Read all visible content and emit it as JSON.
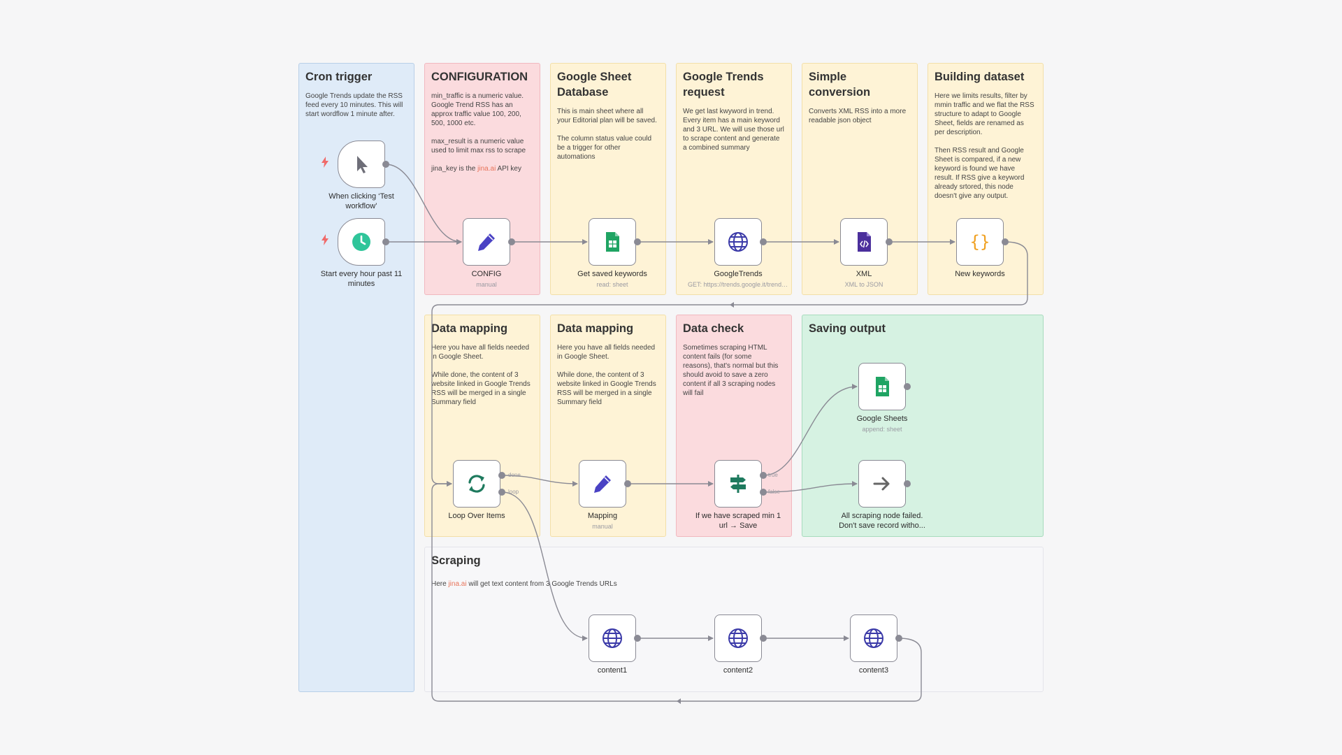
{
  "stickies": {
    "cron": {
      "title": "Cron trigger",
      "text": "Google Trends update the RSS\nfeed every 10 minutes. This will\nstart wordflow 1 minute after."
    },
    "config": {
      "title": "CONFIGURATION",
      "text_a": "min_traffic is a numeric value.\nGoogle Trend RSS has an\napprox traffic value 100, 200,\n500, 1000 etc.\n\nmax_result is a numeric value\nused to limit max rss to scrape\n\njina_key is the ",
      "text_link": "jina.ai",
      "text_b": " API key"
    },
    "gsheet": {
      "title": "Google Sheet\nDatabase",
      "text": "This is main sheet where all\nyour Editorial plan will be saved.\n\nThe column status value could\nbe a trigger for other\nautomations"
    },
    "gtrends": {
      "title": "Google Trends\nrequest",
      "text": "We get last kwyword in trend.\nEvery item has a main keyword\nand 3 URL. We will use those url\nto scrape content and generate\na combined summary"
    },
    "simple": {
      "title": "Simple conversion",
      "text": "Converts XML RSS into a more\nreadable json object"
    },
    "building": {
      "title": "Building dataset",
      "text": "Here we limits results, filter by\nmmin traffic and we flat the RSS\nstructure to adapt to Google\nSheet, fields are renamed as\nper description.\n\nThen RSS result and Google\nSheet is compared, if a new\nkeyword is found we have\nresult. If RSS give a keyword\nalready srtored, this node\ndoesn't give any output."
    },
    "mapping1": {
      "title": "Data mapping",
      "text": "Here you have all fields needed\nin Google Sheet.\n\nWhile done, the content of 3\nwebsite linked in Google Trends\nRSS will be merged in a single\nSummary field"
    },
    "mapping2": {
      "title": "Data mapping",
      "text": "Here you have all fields needed\nin Google Sheet.\n\nWhile done, the content of 3\nwebsite linked in Google Trends\nRSS will be merged in a single\nSummary field"
    },
    "datacheck": {
      "title": "Data check",
      "text": "Sometimes scraping HTML\ncontent fails (for some\nreasons), that's normal but this\nshould avoid to save a zero\ncontent if all 3 scraping nodes\nwill fail"
    },
    "saving": {
      "title": "Saving output"
    },
    "scraping": {
      "title": "Scraping",
      "text_a": "Here ",
      "text_link": "jina.ai",
      "text_b": " will get text content from 3 Google Trends URLs"
    }
  },
  "nodes": {
    "manual": {
      "label": "When clicking ‘Test\nworkflow’",
      "icon": "cursor-icon"
    },
    "schedule": {
      "label": "Start every hour past 11\nminutes",
      "icon": "clock-icon"
    },
    "config": {
      "label": "CONFIG",
      "sub": "manual",
      "icon": "pencil-icon"
    },
    "getkw": {
      "label": "Get saved keywords",
      "sub": "read: sheet",
      "icon": "google-sheets-icon"
    },
    "gtrends": {
      "label": "GoogleTrends",
      "sub": "GET: https://trends.google.it/trends/trendingsearches/daily/rss",
      "icon": "globe-icon"
    },
    "xml": {
      "label": "XML",
      "sub": "XML to JSON",
      "icon": "xml-file-icon"
    },
    "newkw": {
      "label": "New keywords",
      "icon": "code-braces-icon"
    },
    "loop": {
      "label": "Loop Over Items",
      "icon": "loop-arrows-icon",
      "out_done": "done",
      "out_loop": "loop"
    },
    "mapping": {
      "label": "Mapping",
      "sub": "manual",
      "icon": "pencil-icon"
    },
    "ifnode": {
      "label": "If we have scraped min 1\nurl → Save",
      "icon": "signpost-icon",
      "out_true": "true",
      "out_false": "false"
    },
    "gsheets": {
      "label": "Google Sheets",
      "sub": "append: sheet",
      "icon": "google-sheets-icon"
    },
    "noop": {
      "label": "All scraping node failed.\nDon't save record witho...",
      "icon": "arrow-right-icon"
    },
    "content1": {
      "label": "content1",
      "icon": "globe-icon"
    },
    "content2": {
      "label": "content2",
      "icon": "globe-icon"
    },
    "content3": {
      "label": "content3",
      "icon": "globe-icon"
    }
  },
  "colors": {
    "pencil": "#4a42c4",
    "sheets": "#1fa463",
    "globe": "#3b3aa8",
    "xml": "#4b2f9c",
    "braces": "#f0a020",
    "loop": "#1e7a5e",
    "clock": "#2fc59a",
    "signpost": "#1e7a5e",
    "arrow": "#666666",
    "bolt": "#f06a6a",
    "edge": "#8a8a94"
  }
}
